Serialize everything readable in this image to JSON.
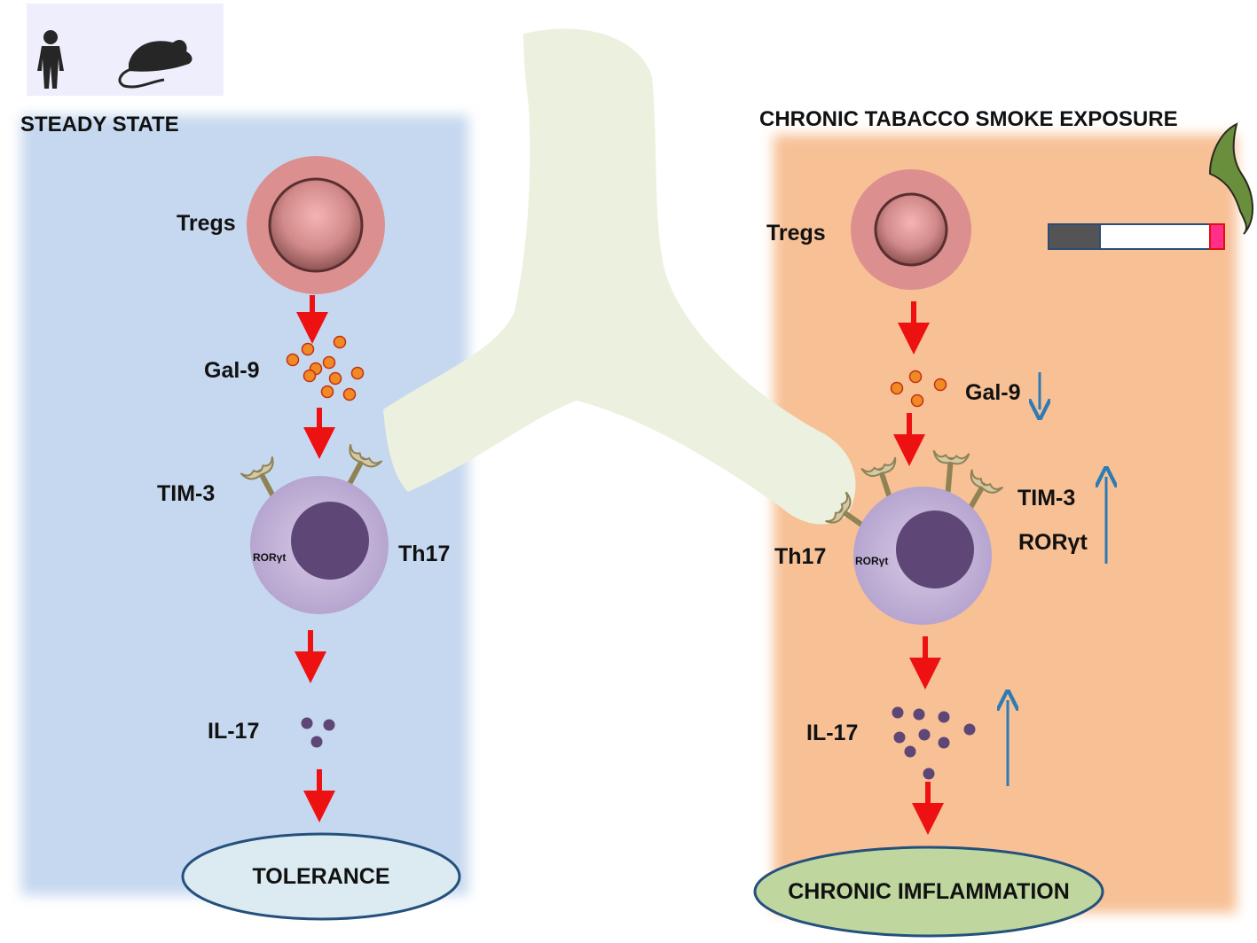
{
  "left_panel": {
    "title": "STEADY STATE",
    "tregs": "Tregs",
    "gal9": "Gal-9",
    "tim3": "TIM-3",
    "roryt": "RORγt",
    "th17": "Th17",
    "il17": "IL-17",
    "outcome": "TOLERANCE"
  },
  "right_panel": {
    "title": "CHRONIC TABACCO SMOKE EXPOSURE",
    "tregs": "Tregs",
    "gal9": "Gal-9",
    "tim3": "TIM-3",
    "roryt_side": "RORγt",
    "roryt_cell": "RORγt",
    "th17": "Th17",
    "il17": "IL-17",
    "outcome": "CHRONIC IMFLAMMATION"
  },
  "icons": [
    "human-silhouette-icon",
    "mouse-icon",
    "cigarette-icon",
    "smoke-icon",
    "lung-airway-icon"
  ],
  "colors": {
    "left_bg": "#c6d8ef",
    "right_bg": "#f7c095",
    "airway": "#ecf0de",
    "treg_outer": "#dc8f8f",
    "th17_outer": "#b7a6cf",
    "nucleus": "#5e4676",
    "arrow_red": "#ee1111",
    "arrow_blue": "#2e7bb4",
    "gal9_dot": "#f08a25",
    "il17_dot": "#5e4676",
    "tolerance_fill": "#dcebf1",
    "inflammation_fill": "#bfd79f"
  }
}
